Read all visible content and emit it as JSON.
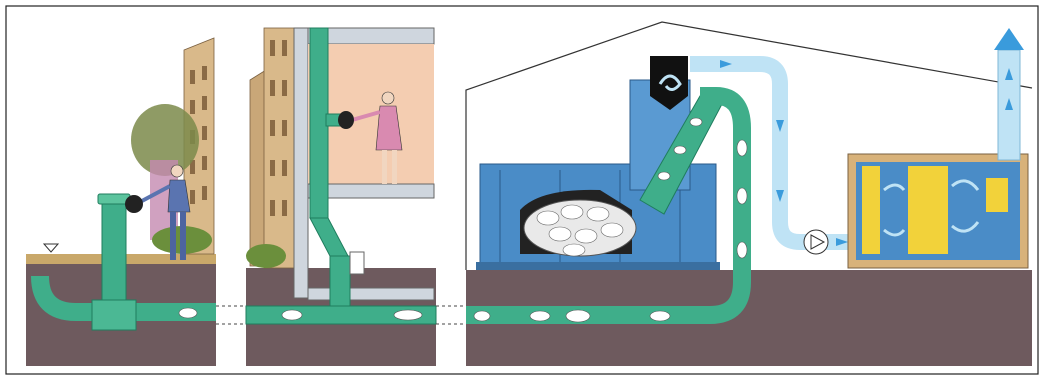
{
  "figure": {
    "description_free": true,
    "panels": [
      "street-inlet-panel",
      "building-chute-panel",
      "collection-station-panel"
    ],
    "colors": {
      "soil": "#6e5a5e",
      "soil_dark": "#5b4a4f",
      "pipe": "#3fae8a",
      "pipe_dark": "#1f7d5e",
      "pipe_light": "#a8e0c8",
      "air_duct": "#bfe3f5",
      "air_arrow": "#3a9bdc",
      "container": "#4a8cc7",
      "building_wall": "#d9b98a",
      "room_wall": "#f4cdb1",
      "filter": "#f2d23a",
      "grass": "#6b8f3c",
      "tree": "#7b8a4a",
      "sky_line": "#333333"
    }
  }
}
